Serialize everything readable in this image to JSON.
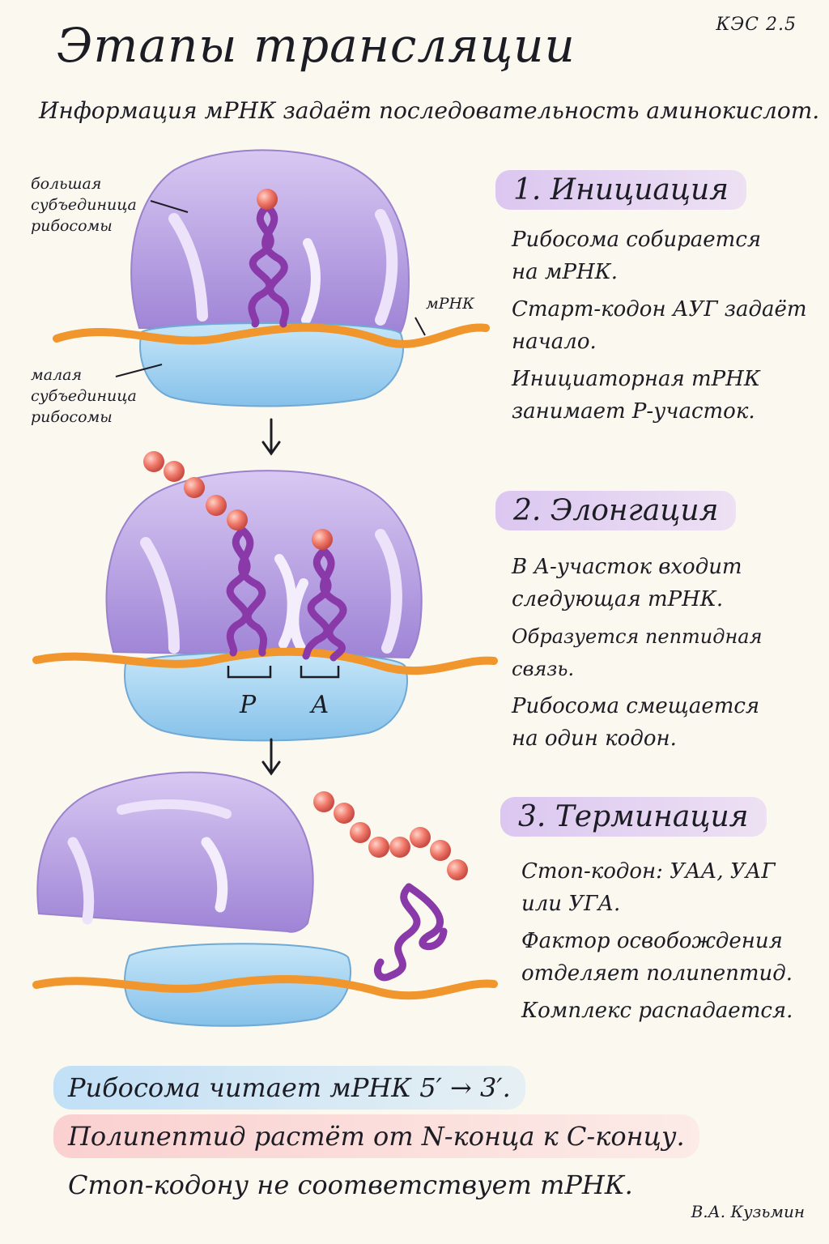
{
  "header": {
    "code": "КЭС 2.5",
    "title": "Этапы трансляции",
    "subtitle": "Информация мРНК задаёт последовательность аминокислот."
  },
  "labels": {
    "large_subunit": [
      "большая",
      "субъединица",
      "рибосомы"
    ],
    "small_subunit": [
      "малая",
      "субъединица",
      "рибосомы"
    ],
    "mrna": "мРНК",
    "site_p": "Р",
    "site_a": "А"
  },
  "stages": [
    {
      "title": "1. Инициация",
      "lines": [
        "Рибосома собирается",
        "на мРНК.",
        "Старт-кодон АУГ задаёт",
        "начало.",
        "Инициаторная тРНК",
        "занимает Р-участок."
      ]
    },
    {
      "title": "2. Элонгация",
      "lines": [
        "В А-участок входит",
        "следующая тРНК.",
        "Образуется пептидная связь.",
        "Рибосома смещается",
        "на один кодон."
      ]
    },
    {
      "title": "3. Терминация",
      "lines": [
        "Стоп-кодон: УАА, УАГ",
        "или УГА.",
        "Фактор освобождения",
        "отделяет полипептид.",
        "Комплекс распадается."
      ]
    }
  ],
  "summary": [
    "Рибосома читает мРНК 5′ → 3′.",
    "Полипептид растёт от N-конца к С-концу.",
    "Стоп-кодону не соответствует тРНК."
  ],
  "author": "В.А. Кузьмин",
  "colors": {
    "large_subunit": "#b59ae0",
    "small_subunit": "#a9d6f0",
    "mrna": "#f0962c",
    "trna": "#8a3aa8",
    "amino_acid": "#f07a6a"
  },
  "icons": [
    "arrow-down-icon",
    "arrow-down-icon"
  ]
}
